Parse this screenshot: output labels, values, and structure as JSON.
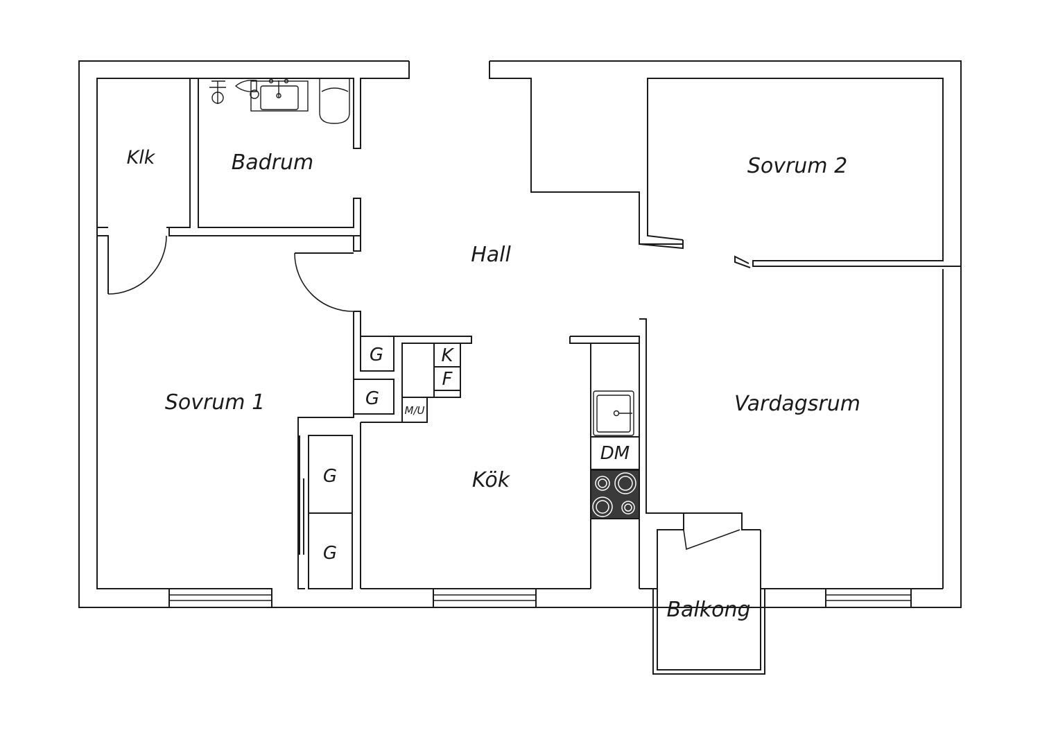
{
  "rooms": {
    "klk": "Klk",
    "badrum": "Badrum",
    "hall": "Hall",
    "sovrum2": "Sovrum 2",
    "sovrum1": "Sovrum 1",
    "kok": "Kök",
    "vardagsrum": "Vardagsrum",
    "balkong": "Balkong"
  },
  "fixtures": {
    "wardrobe_a": "G",
    "wardrobe_b": "G",
    "wardrobe_c": "G",
    "wardrobe_d": "G",
    "fridge": "K",
    "freezer": "F",
    "microwave_oven": "M/U",
    "dishwasher": "DM"
  },
  "colors": {
    "line": "#1a1a1a",
    "stove": "#3a3a3a",
    "background": "#ffffff"
  }
}
